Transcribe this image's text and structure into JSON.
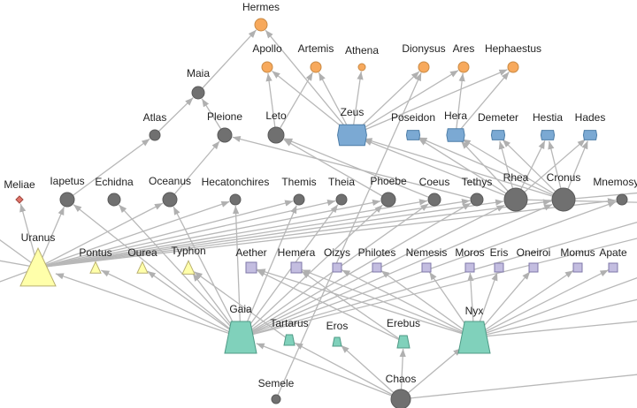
{
  "colors": {
    "olympian": "#f7a95c",
    "olympian_elder": "#7ba9d3",
    "titan": "#707070",
    "primordial_sky": "#ffffaa",
    "primordial": "#80d1bb",
    "nyx_child": "#c3bde0",
    "nymph": "#e0736a",
    "edge": "#b8b8b8"
  },
  "nodes": [
    {
      "id": "Hermes",
      "group": "olympian",
      "shape": "circle"
    },
    {
      "id": "Maia",
      "group": "titan",
      "shape": "circle"
    },
    {
      "id": "Apollo",
      "group": "olympian",
      "shape": "circle"
    },
    {
      "id": "Artemis",
      "group": "olympian",
      "shape": "circle"
    },
    {
      "id": "Athena",
      "group": "olympian",
      "shape": "circle"
    },
    {
      "id": "Dionysus",
      "group": "olympian",
      "shape": "circle"
    },
    {
      "id": "Ares",
      "group": "olympian",
      "shape": "circle"
    },
    {
      "id": "Hephaestus",
      "group": "olympian",
      "shape": "circle"
    },
    {
      "id": "Atlas",
      "group": "titan",
      "shape": "circle"
    },
    {
      "id": "Pleione",
      "group": "titan",
      "shape": "circle"
    },
    {
      "id": "Leto",
      "group": "titan",
      "shape": "circle"
    },
    {
      "id": "Zeus",
      "group": "olympian_elder",
      "shape": "hexagon"
    },
    {
      "id": "Poseidon",
      "group": "olympian_elder",
      "shape": "hexagon"
    },
    {
      "id": "Hera",
      "group": "olympian_elder",
      "shape": "hexagon"
    },
    {
      "id": "Demeter",
      "group": "olympian_elder",
      "shape": "hexagon"
    },
    {
      "id": "Hestia",
      "group": "olympian_elder",
      "shape": "hexagon"
    },
    {
      "id": "Hades",
      "group": "olympian_elder",
      "shape": "hexagon"
    },
    {
      "id": "Meliae",
      "group": "nymph",
      "shape": "diamond"
    },
    {
      "id": "Iapetus",
      "group": "titan",
      "shape": "circle"
    },
    {
      "id": "Echidna",
      "group": "titan",
      "shape": "circle"
    },
    {
      "id": "Oceanus",
      "group": "titan",
      "shape": "circle"
    },
    {
      "id": "Hecatonchires",
      "group": "titan",
      "shape": "circle"
    },
    {
      "id": "Themis",
      "group": "titan",
      "shape": "circle"
    },
    {
      "id": "Theia",
      "group": "titan",
      "shape": "circle"
    },
    {
      "id": "Phoebe",
      "group": "titan",
      "shape": "circle"
    },
    {
      "id": "Coeus",
      "group": "titan",
      "shape": "circle"
    },
    {
      "id": "Tethys",
      "group": "titan",
      "shape": "circle"
    },
    {
      "id": "Rhea",
      "group": "titan",
      "shape": "circle"
    },
    {
      "id": "Cronus",
      "group": "titan",
      "shape": "circle"
    },
    {
      "id": "Mnemosyne",
      "group": "titan",
      "shape": "circle"
    },
    {
      "id": "Uranus",
      "group": "primordial_sky",
      "shape": "triangle"
    },
    {
      "id": "Pontus",
      "group": "primordial_sky",
      "shape": "triangle"
    },
    {
      "id": "Ourea",
      "group": "primordial_sky",
      "shape": "triangle"
    },
    {
      "id": "Typhon",
      "group": "primordial_sky",
      "shape": "triangle"
    },
    {
      "id": "Aether",
      "group": "nyx_child",
      "shape": "square"
    },
    {
      "id": "Hemera",
      "group": "nyx_child",
      "shape": "square"
    },
    {
      "id": "Oizys",
      "group": "nyx_child",
      "shape": "square"
    },
    {
      "id": "Philotes",
      "group": "nyx_child",
      "shape": "square"
    },
    {
      "id": "Nemesis",
      "group": "nyx_child",
      "shape": "square"
    },
    {
      "id": "Moros",
      "group": "nyx_child",
      "shape": "square"
    },
    {
      "id": "Eris",
      "group": "nyx_child",
      "shape": "square"
    },
    {
      "id": "Oneiroi",
      "group": "nyx_child",
      "shape": "square"
    },
    {
      "id": "Momus",
      "group": "nyx_child",
      "shape": "square"
    },
    {
      "id": "Apate",
      "group": "nyx_child",
      "shape": "square"
    },
    {
      "id": "Gaia",
      "group": "primordial",
      "shape": "trapezoid"
    },
    {
      "id": "Tartarus",
      "group": "primordial",
      "shape": "trapezoid"
    },
    {
      "id": "Eros",
      "group": "primordial",
      "shape": "trapezoid"
    },
    {
      "id": "Erebus",
      "group": "primordial",
      "shape": "trapezoid"
    },
    {
      "id": "Nyx",
      "group": "primordial",
      "shape": "trapezoid"
    },
    {
      "id": "Semele",
      "group": "titan",
      "shape": "circle"
    },
    {
      "id": "Chaos",
      "group": "titan",
      "shape": "circle"
    }
  ],
  "edges": [
    [
      "Zeus",
      "Hermes"
    ],
    [
      "Maia",
      "Hermes"
    ],
    [
      "Atlas",
      "Maia"
    ],
    [
      "Pleione",
      "Maia"
    ],
    [
      "Leto",
      "Apollo"
    ],
    [
      "Zeus",
      "Apollo"
    ],
    [
      "Leto",
      "Artemis"
    ],
    [
      "Zeus",
      "Artemis"
    ],
    [
      "Zeus",
      "Athena"
    ],
    [
      "Zeus",
      "Dionysus"
    ],
    [
      "Semele",
      "Dionysus"
    ],
    [
      "Zeus",
      "Ares"
    ],
    [
      "Hera",
      "Ares"
    ],
    [
      "Zeus",
      "Hephaestus"
    ],
    [
      "Hera",
      "Hephaestus"
    ],
    [
      "Rhea",
      "Zeus"
    ],
    [
      "Cronus",
      "Zeus"
    ],
    [
      "Rhea",
      "Poseidon"
    ],
    [
      "Cronus",
      "Poseidon"
    ],
    [
      "Rhea",
      "Hera"
    ],
    [
      "Cronus",
      "Hera"
    ],
    [
      "Rhea",
      "Demeter"
    ],
    [
      "Cronus",
      "Demeter"
    ],
    [
      "Rhea",
      "Hestia"
    ],
    [
      "Cronus",
      "Hestia"
    ],
    [
      "Rhea",
      "Hades"
    ],
    [
      "Cronus",
      "Hades"
    ],
    [
      "Phoebe",
      "Leto"
    ],
    [
      "Coeus",
      "Leto"
    ],
    [
      "Oceanus",
      "Pleione"
    ],
    [
      "Tethys",
      "Pleione"
    ],
    [
      "Iapetus",
      "Atlas"
    ],
    [
      "Uranus",
      "Meliae"
    ],
    [
      "Uranus",
      "Iapetus"
    ],
    [
      "Uranus",
      "Oceanus"
    ],
    [
      "Uranus",
      "Hecatonchires"
    ],
    [
      "Uranus",
      "Themis"
    ],
    [
      "Uranus",
      "Theia"
    ],
    [
      "Uranus",
      "Phoebe"
    ],
    [
      "Uranus",
      "Coeus"
    ],
    [
      "Uranus",
      "Tethys"
    ],
    [
      "Uranus",
      "Rhea"
    ],
    [
      "Uranus",
      "Cronus"
    ],
    [
      "Uranus",
      "Mnemosyne"
    ],
    [
      "Gaia",
      "Uranus"
    ],
    [
      "Gaia",
      "Pontus"
    ],
    [
      "Gaia",
      "Ourea"
    ],
    [
      "Gaia",
      "Typhon"
    ],
    [
      "Tartarus",
      "Typhon"
    ],
    [
      "Gaia",
      "Iapetus"
    ],
    [
      "Gaia",
      "Echidna"
    ],
    [
      "Gaia",
      "Oceanus"
    ],
    [
      "Gaia",
      "Hecatonchires"
    ],
    [
      "Gaia",
      "Themis"
    ],
    [
      "Gaia",
      "Theia"
    ],
    [
      "Gaia",
      "Phoebe"
    ],
    [
      "Gaia",
      "Coeus"
    ],
    [
      "Gaia",
      "Tethys"
    ],
    [
      "Gaia",
      "Rhea"
    ],
    [
      "Gaia",
      "Cronus"
    ],
    [
      "Gaia",
      "Mnemosyne"
    ],
    [
      "Chaos",
      "Gaia"
    ],
    [
      "Chaos",
      "Tartarus"
    ],
    [
      "Chaos",
      "Eros"
    ],
    [
      "Chaos",
      "Erebus"
    ],
    [
      "Chaos",
      "Nyx"
    ],
    [
      "Erebus",
      "Aether"
    ],
    [
      "Erebus",
      "Hemera"
    ],
    [
      "Nyx",
      "Aether"
    ],
    [
      "Nyx",
      "Hemera"
    ],
    [
      "Nyx",
      "Oizys"
    ],
    [
      "Nyx",
      "Philotes"
    ],
    [
      "Nyx",
      "Nemesis"
    ],
    [
      "Nyx",
      "Moros"
    ],
    [
      "Nyx",
      "Eris"
    ],
    [
      "Nyx",
      "Oneiroi"
    ],
    [
      "Nyx",
      "Momus"
    ],
    [
      "Nyx",
      "Apate"
    ]
  ]
}
